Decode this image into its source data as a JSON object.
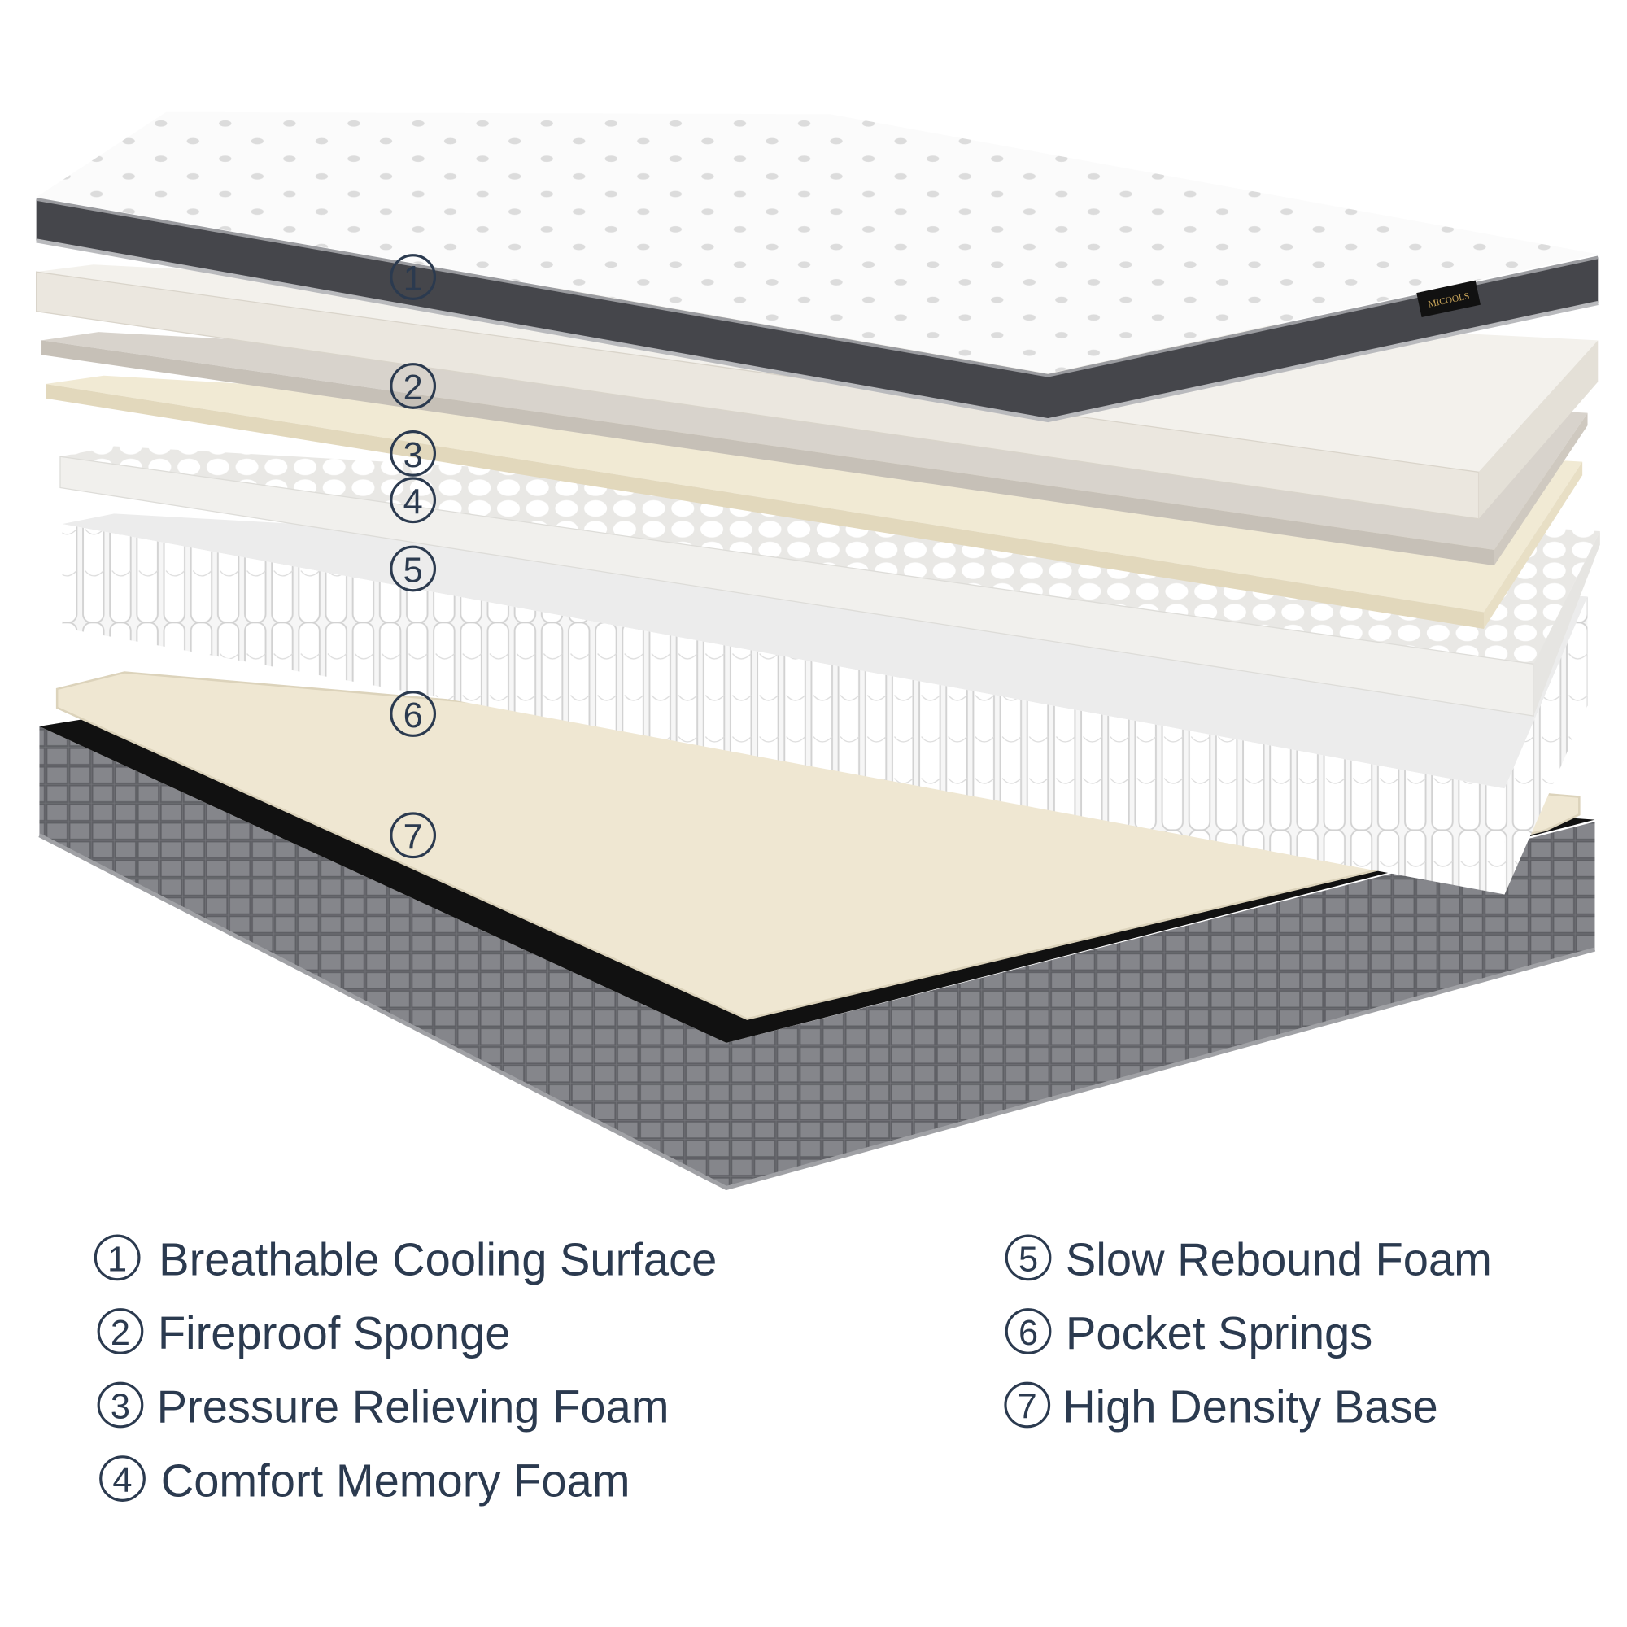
{
  "brand_label": "MICOOLS",
  "colors": {
    "text": "#2b3a4f",
    "band": "#45464b",
    "base_fabric": "#6e6f73",
    "cream": "#efe7d2",
    "foam_white": "#f4f3f0"
  },
  "callouts": [
    "1",
    "2",
    "3",
    "4",
    "5",
    "6",
    "7"
  ],
  "legend": [
    {
      "num": "1",
      "label": "Breathable Cooling Surface"
    },
    {
      "num": "2",
      "label": "Fireproof Sponge"
    },
    {
      "num": "3",
      "label": "Pressure Relieving Foam"
    },
    {
      "num": "4",
      "label": "Comfort Memory Foam"
    },
    {
      "num": "5",
      "label": "Slow Rebound Foam"
    },
    {
      "num": "6",
      "label": "Pocket Springs"
    },
    {
      "num": "7",
      "label": "High Density Base"
    }
  ]
}
